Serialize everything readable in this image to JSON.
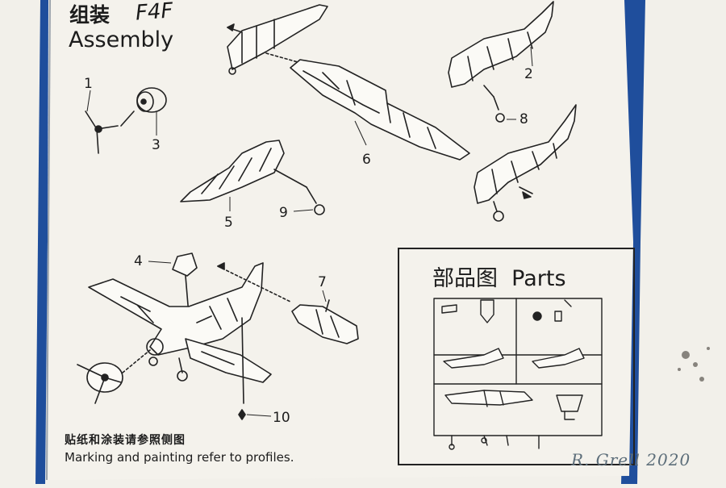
{
  "header": {
    "title_cn": "组装",
    "title_en": "Assembly",
    "handwritten_note": "F4F"
  },
  "parts_box": {
    "title_cn": "部品图",
    "title_en": "Parts"
  },
  "callouts": [
    "1",
    "2",
    "3",
    "4",
    "5",
    "6",
    "7",
    "8",
    "9",
    "10"
  ],
  "footer": {
    "note_cn": "贴纸和涂装请参照侧图",
    "note_en": "Marking and painting refer to profiles."
  },
  "signature": "R. Grell 2020",
  "colors": {
    "paper": "#f4f2ec",
    "ink": "#1c1c1c",
    "cover_blue": "#1f4e9c",
    "signature": "#5d6e7a"
  }
}
